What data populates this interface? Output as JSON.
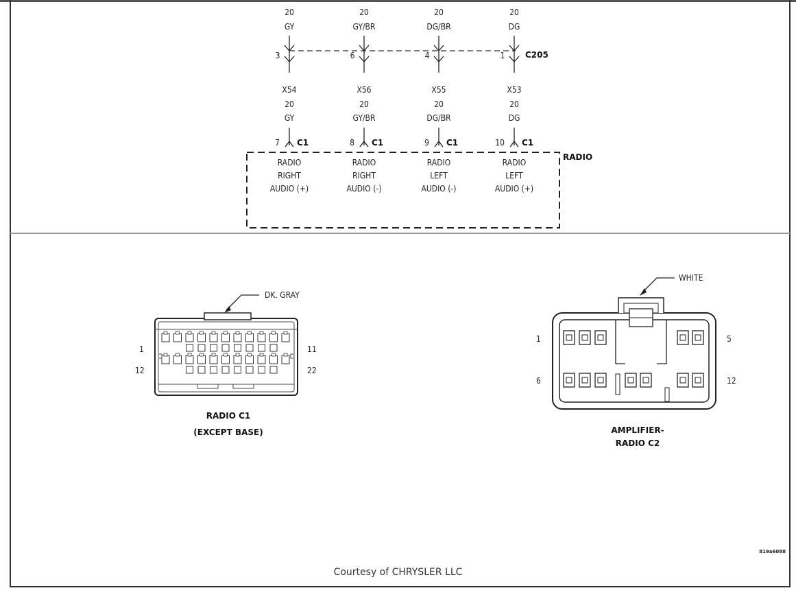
{
  "wires": [
    {
      "gauge_top": "20",
      "color_top": "GY",
      "c205_pin": "3",
      "circuit": "X54",
      "gauge_bottom": "20",
      "color_bottom": "GY",
      "c1_pin": "7",
      "c1_label": "C1",
      "function": [
        "RADIO",
        "RIGHT",
        "AUDIO (+)"
      ]
    },
    {
      "gauge_top": "20",
      "color_top": "GY/BR",
      "c205_pin": "6",
      "circuit": "X56",
      "gauge_bottom": "20",
      "color_bottom": "GY/BR",
      "c1_pin": "8",
      "c1_label": "C1",
      "function": [
        "RADIO",
        "RIGHT",
        "AUDIO (-)"
      ]
    },
    {
      "gauge_top": "20",
      "color_top": "DG/BR",
      "c205_pin": "4",
      "circuit": "X55",
      "gauge_bottom": "20",
      "color_bottom": "DG/BR",
      "c1_pin": "9",
      "c1_label": "C1",
      "function": [
        "RADIO",
        "LEFT",
        "AUDIO (-)"
      ]
    },
    {
      "gauge_top": "20",
      "color_top": "DG",
      "c205_pin": "1",
      "circuit": "X53",
      "gauge_bottom": "20",
      "color_bottom": "DG",
      "c1_pin": "10",
      "c1_label": "C1",
      "function": [
        "RADIO",
        "LEFT",
        "AUDIO (+)"
      ]
    }
  ],
  "connector_c205": "C205",
  "component_radio": "RADIO",
  "radio_c1": {
    "color_label": "DK. GRAY",
    "pin_1": "1",
    "pin_11": "11",
    "pin_12": "12",
    "pin_22": "22",
    "title_line1": "RADIO C1",
    "title_line2": "(EXCEPT BASE)"
  },
  "amp_c2": {
    "color_label": "WHITE",
    "pin_1": "1",
    "pin_5": "5",
    "pin_6": "6",
    "pin_12": "12",
    "title_line1": "AMPLIFIER-",
    "title_line2": "RADIO C2"
  },
  "figure_code": "819a6088",
  "credit": "Courtesy of CHRYSLER LLC"
}
